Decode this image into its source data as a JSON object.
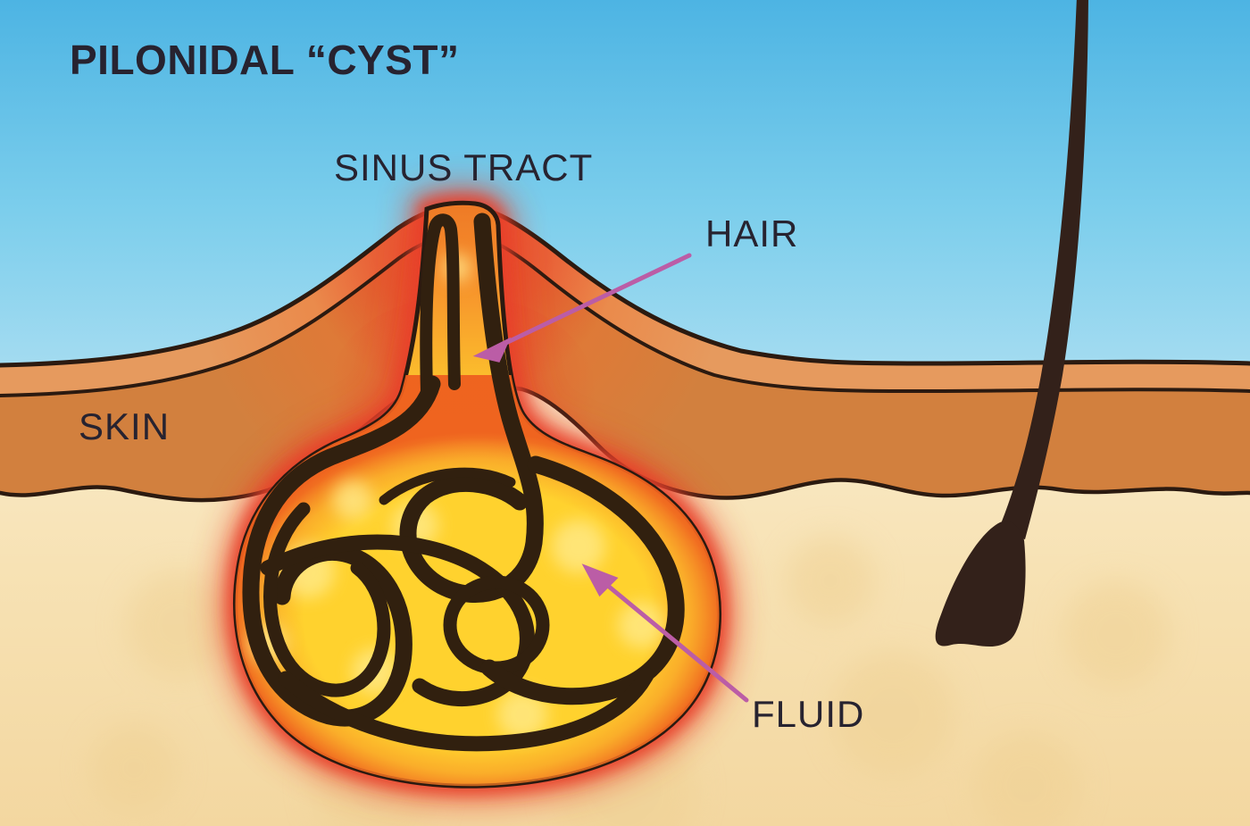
{
  "title": {
    "text": "PILONIDAL “CYST”"
  },
  "annotations": {
    "sinus_tract": "SINUS TRACT",
    "hair": "HAIR",
    "skin": "SKIN",
    "fluid": "FLUID"
  },
  "palette": {
    "sky_top": "#4db4e3",
    "sky_bottom": "#a8ddf1",
    "epidermis": "#e69a5e",
    "dermis": "#d2803e",
    "subcutaneous_top": "#faeccd",
    "subcutaneous_bottom": "#f3d7a0",
    "inflammation_red": "#e8402c",
    "cyst_yellow": "#ffd22e",
    "cyst_rim_orange": "#ee7a26",
    "hair_brown": "#33200f",
    "outline": "#2b1a10",
    "arrow_magenta": "#bb5da6",
    "label_text": "#272330"
  }
}
